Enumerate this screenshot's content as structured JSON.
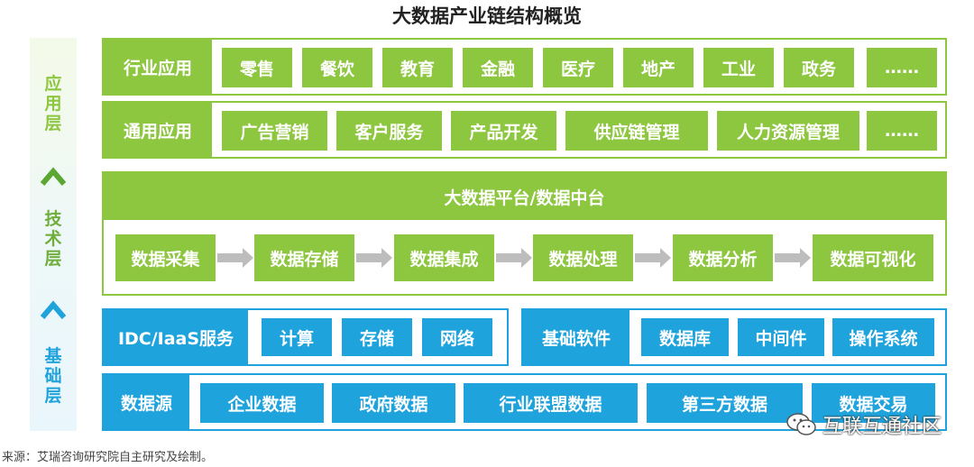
{
  "title": "大数据产业链结构概览",
  "colors": {
    "green": "#8dc63f",
    "blue": "#1fa3dc"
  },
  "side_labels": {
    "app": "应\n用\n层",
    "tech": "技\n术\n层",
    "base": "基\n础\n层"
  },
  "row1": {
    "label": "行业应用",
    "items": [
      "零售",
      "餐饮",
      "教育",
      "金融",
      "医疗",
      "地产",
      "工业",
      "政务",
      "……"
    ]
  },
  "row2": {
    "label": "通用应用",
    "items": [
      "广告营销",
      "客户服务",
      "产品开发",
      "供应链管理",
      "人力资源管理",
      "……"
    ]
  },
  "platform": {
    "header": "大数据平台/数据中台",
    "steps": [
      "数据采集",
      "数据存储",
      "数据集成",
      "数据处理",
      "数据分析",
      "数据可视化"
    ]
  },
  "infra": {
    "label": "IDC/IaaS服务",
    "items": [
      "计算",
      "存储",
      "网络"
    ]
  },
  "software": {
    "label": "基础软件",
    "items": [
      "数据库",
      "中间件",
      "操作系统"
    ]
  },
  "datasource": {
    "label": "数据源",
    "items": [
      "企业数据",
      "政府数据",
      "行业联盟数据",
      "第三方数据",
      "数据交易"
    ]
  },
  "footer": "来源：艾瑞咨询研究院自主研究及绘制。",
  "watermark": "互联互通社区"
}
